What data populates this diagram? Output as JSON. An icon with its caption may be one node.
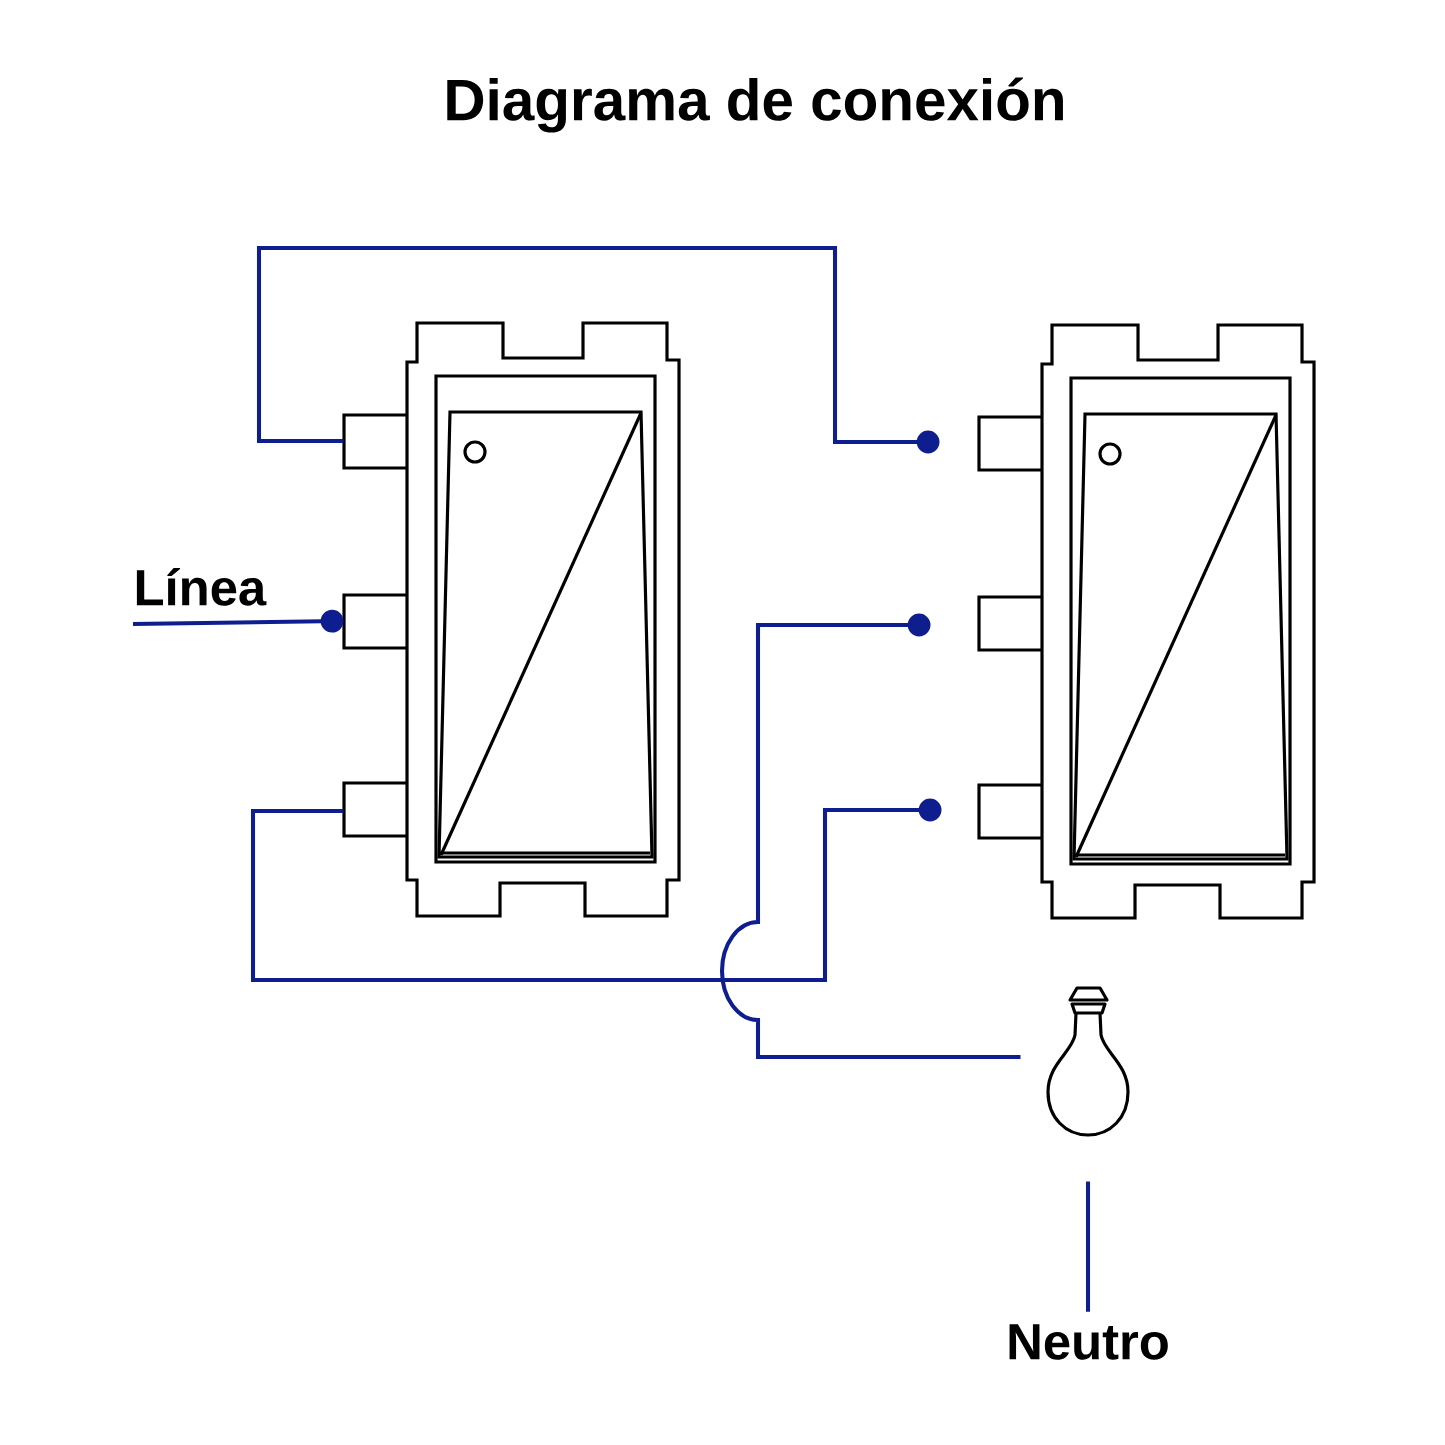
{
  "diagram": {
    "title": "Diagrama de conexión",
    "nodes": [
      {
        "text": [
          "Línea"
        ]
      },
      {
        "text": [],
        "shape": "picture"
      },
      {
        "text": [],
        "shape": "picture"
      },
      {
        "text": [],
        "shape": "picture"
      },
      {
        "text": [
          "Neutro"
        ]
      }
    ],
    "edges": [
      {
        "from": 0,
        "to": 1,
        "arrow": "other"
      },
      {
        "from": 1,
        "to": 2,
        "arrow": "other"
      },
      {
        "from": 1,
        "to": 2,
        "arrow": "other"
      },
      {
        "from": 3,
        "to": 2,
        "arrow": "other"
      },
      {
        "from": 3,
        "to": 4,
        "arrow": "none"
      }
    ]
  }
}
